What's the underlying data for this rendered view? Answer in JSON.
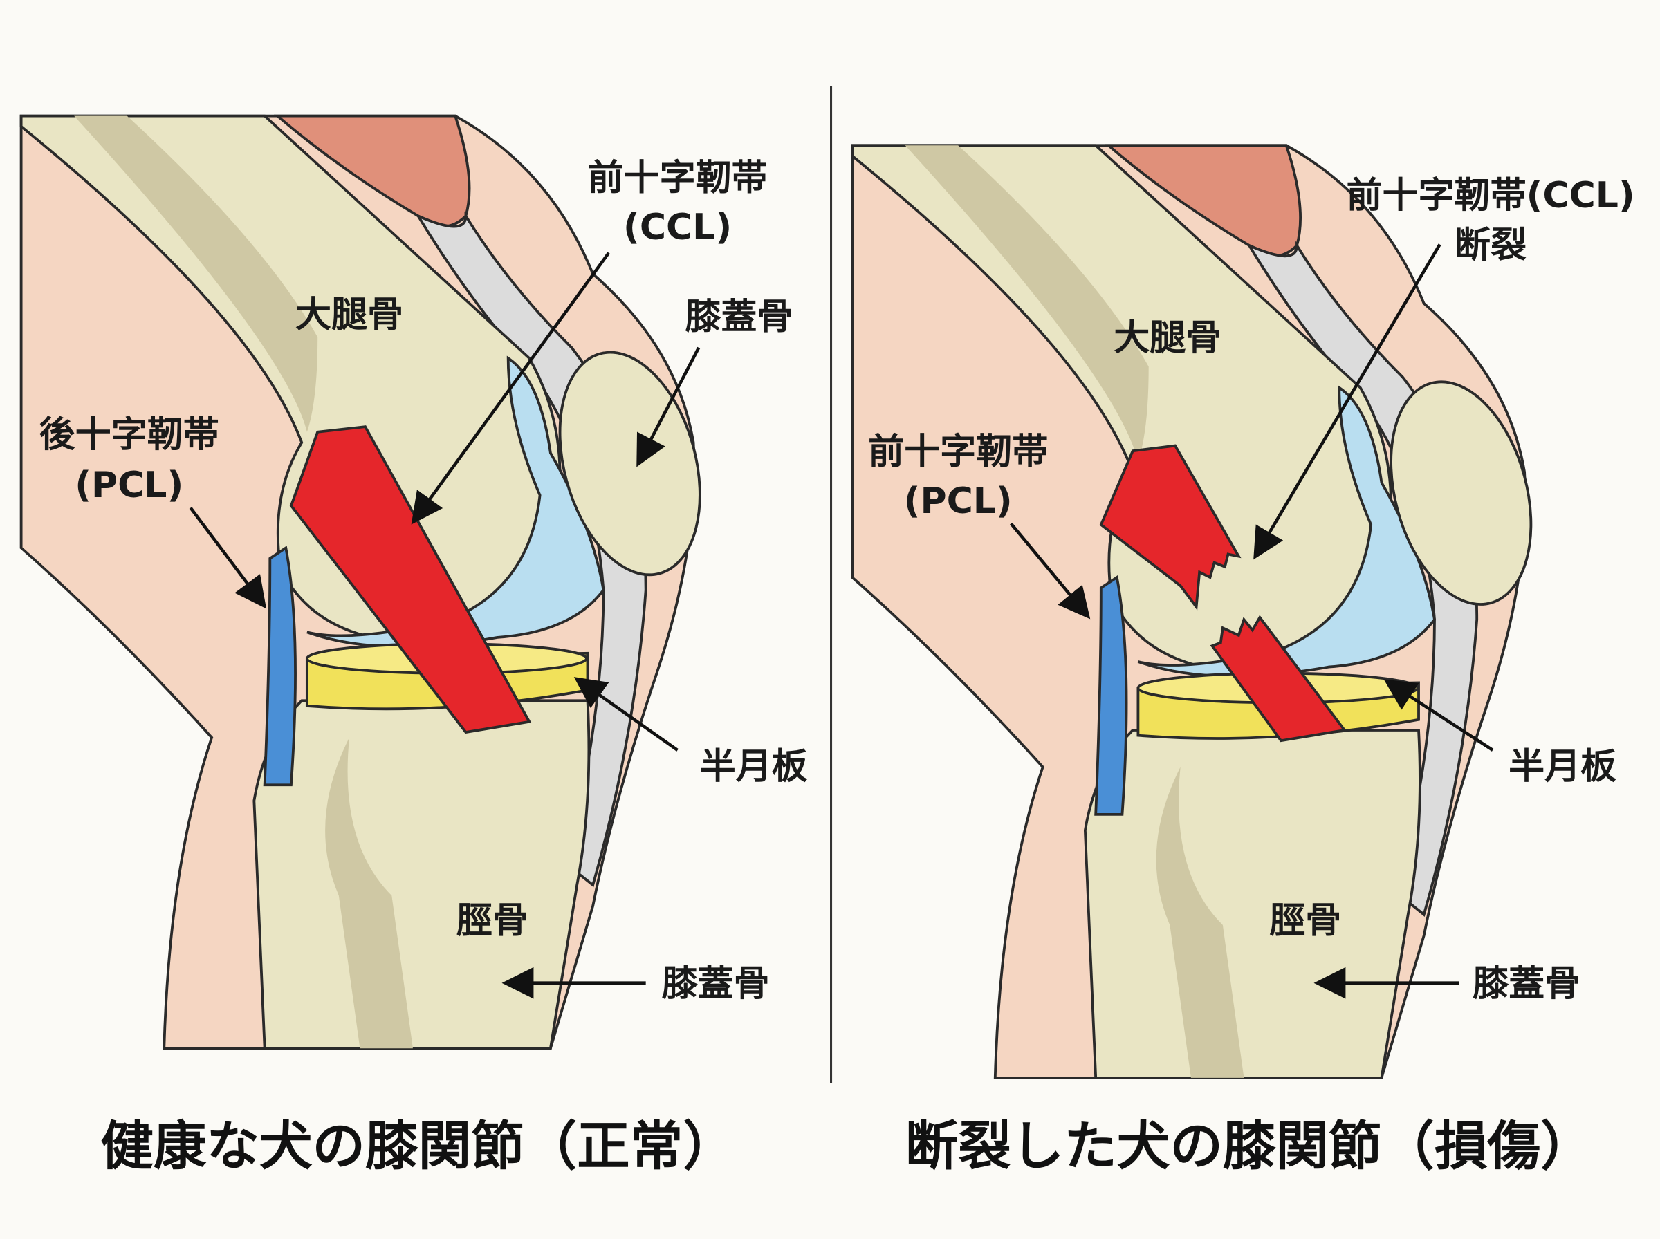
{
  "left_panel": {
    "title": "健康な犬の膝関節（正常）",
    "labels": {
      "ccl_line1": "前十字靭帯",
      "ccl_line2": "(CCL)",
      "femur": "大腿骨",
      "patella": "膝蓋骨",
      "pcl_line1": "後十字靭帯",
      "pcl_line2": "(PCL)",
      "meniscus": "半月板",
      "tibia": "脛骨",
      "patella_lower": "膝蓋骨"
    }
  },
  "right_panel": {
    "title": "断裂した犬の膝関節（損傷）",
    "labels": {
      "ccl_line1": "前十字靭帯(CCL)",
      "ccl_line2": "断裂",
      "femur": "大腿骨",
      "pcl_line1": "前十字靭帯",
      "pcl_line2": "(PCL)",
      "meniscus": "半月板",
      "tibia": "脛骨",
      "patella_lower": "膝蓋骨"
    }
  },
  "colors": {
    "skin": "#f5d6c2",
    "bone": "#e9e5c4",
    "bone_shade": "#cfc8a4",
    "ccl": "#e5262b",
    "pcl": "#4a8fd6",
    "cartilage": "#b9def0",
    "meniscus": "#f1e15a",
    "muscle": "#e0907a",
    "tendon": "#dcdcdc"
  }
}
